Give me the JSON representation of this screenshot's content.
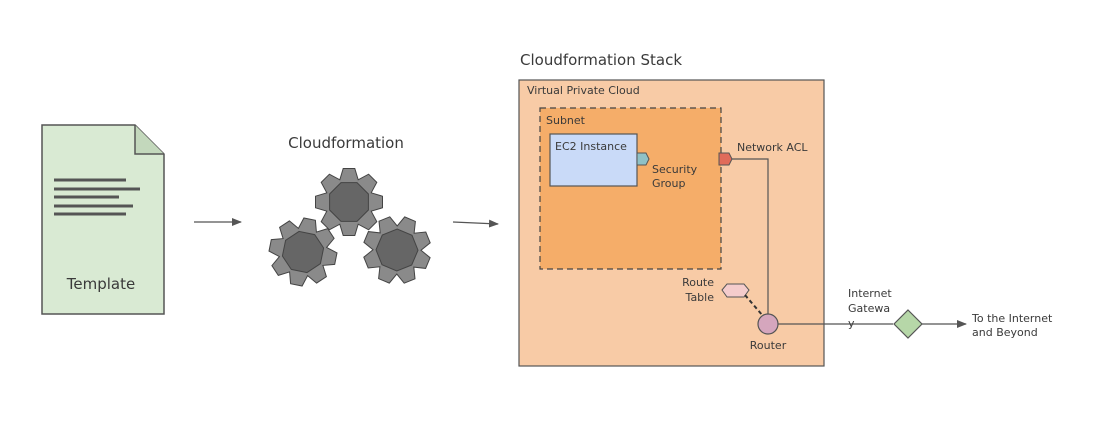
{
  "template": {
    "label": "Template"
  },
  "cloudformation": {
    "label": "Cloudformation"
  },
  "stack": {
    "title": "Cloudformation Stack",
    "vpc_label": "Virtual Private Cloud",
    "subnet_label": "Subnet",
    "ec2_label": "EC2 Instance",
    "security_group_lines": [
      "Security",
      "Group"
    ],
    "network_acl_label": "Network ACL",
    "route_table_lines": [
      "Route",
      "Table"
    ],
    "router_label": "Router"
  },
  "internet_gateway": {
    "lines": [
      "Internet",
      "Gatewa",
      "y"
    ]
  },
  "destination": {
    "lines": [
      "To the Internet",
      "and Beyond"
    ]
  },
  "colors": {
    "template_fill": "#d9ead3",
    "gear_fill": "#666666",
    "gear_tooth": "#8a8a8a",
    "vpc_fill": "#f8cba6",
    "subnet_fill": "#f5ad69",
    "ec2_fill": "#c9daf8",
    "security_group": "#8fc1c6",
    "network_acl": "#e06b5a",
    "route_table": "#f4cccc",
    "router": "#d5a6bd",
    "gateway": "#b6d7a8"
  }
}
